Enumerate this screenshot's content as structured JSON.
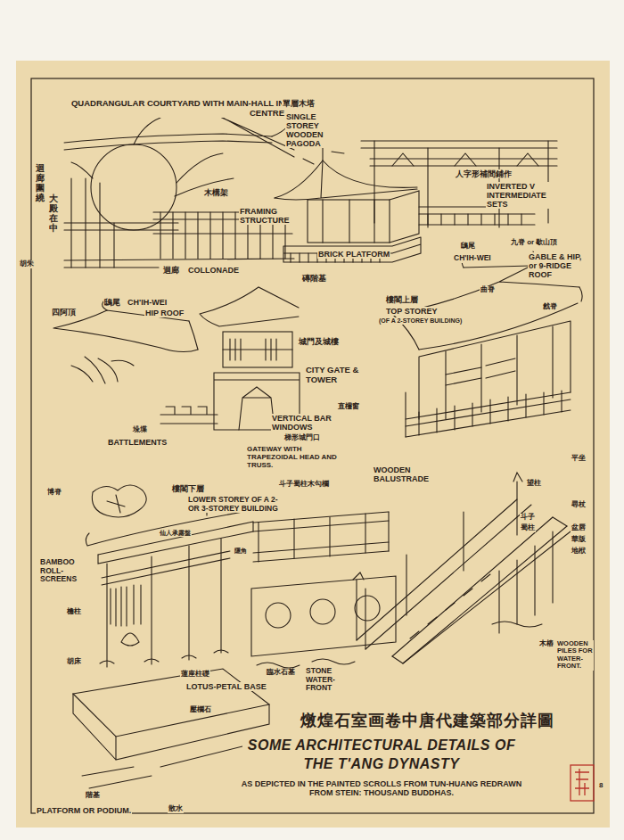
{
  "diagram": {
    "title": "SOME ARCHITECTURAL DETAILS OF THE T'ANG DYNASTY",
    "caption": "AS DEPICTED IN THE PAINTED SCROLLS FROM TUN-HUANG REDRAWN FROM STEIN: THOUSAND BUDDHAS.",
    "labels": [
      "QUADRANGULAR COURTYARD WITH MAIN-HALL IN CENTRE",
      "迴廊圍繞",
      "大殿在中",
      "單層木塔",
      "SINGLE STOREY WOODEN PAGODA",
      "木構架",
      "FRAMING STRUCTURE",
      "人字形補間鋪作",
      "INVERTED V INTERMEDIATE SETS",
      "胡朱",
      "迴廊",
      "COLLONADE",
      "BRICK PLATFORM",
      "磚階基",
      "鴟尾",
      "CH'IH-WEI",
      "九脊 or 歇山頂",
      "GABLE & HIP, or 9-RIDGE ROOF",
      "曲脊",
      "戧脊",
      "鴟尾",
      "CH'IH-WEI",
      "四阿頂",
      "HIP ROOF",
      "樓閣上層",
      "TOP STOREY",
      "(OF A 2-STOREY BUILDING)",
      "城門及城樓",
      "CITY GATE & TOWER",
      "直欞窗",
      "VERTICAL BAR WINDOWS",
      "垛堞",
      "BATTLEMENTS",
      "梯形城門口",
      "GATEWAY WITH TRAPEZOIDAL HEAD AND TRUSS.",
      "平坐",
      "WOODEN BALUSTRADE",
      "博脊",
      "樓閣下層",
      "LOWER STOREY OF A 2- OR 3-STOREY BUILDING",
      "斗子蜀柱木勾欄",
      "望柱",
      "尋杖",
      "斗子",
      "蜀柱",
      "盆唇",
      "華版",
      "地栿",
      "仙人承露盤",
      "隱角",
      "BAMBOO ROLL-SCREENS",
      "檐柱",
      "胡床",
      "蓮座柱礎",
      "LOTUS-PETAL BASE",
      "臨水石基",
      "STONE WATER-FRONT",
      "木樁",
      "WOODEN PILES FOR WATER-FRONT.",
      "壓欄石",
      "燉煌石室画卷中唐代建築部分詳圖",
      "階基",
      "散水",
      "PLATFORM OR PODIUM.",
      "8"
    ]
  }
}
